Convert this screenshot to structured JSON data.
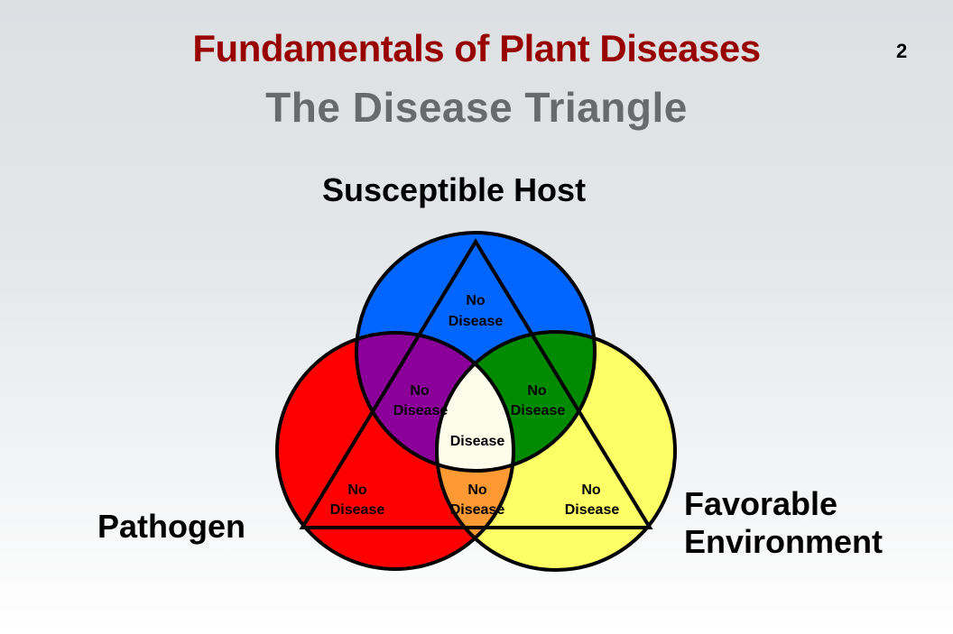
{
  "slide": {
    "title": "Fundamentals of Plant Diseases",
    "subtitle": "The Disease Triangle",
    "page_number": "2"
  },
  "diagram": {
    "labels": {
      "host": "Susceptible Host",
      "pathogen": "Pathogen",
      "environment_line1": "Favorable",
      "environment_line2": "Environment"
    },
    "colors": {
      "host": "#0066ff",
      "pathogen": "#ff0000",
      "environment": "#ffff66",
      "host_pathogen": "#8b0099",
      "host_environment": "#008a00",
      "pathogen_environment": "#ff9933",
      "all_three": "#fdfdec"
    },
    "regions": {
      "host_only": {
        "line1": "No",
        "line2": "Disease"
      },
      "host_pathogen": {
        "line1": "No",
        "line2": "Disease"
      },
      "host_environment": {
        "line1": "No",
        "line2": "Disease"
      },
      "pathogen_only": {
        "line1": "No",
        "line2": "Disease"
      },
      "pathogen_environment": {
        "line1": "No",
        "line2": "Disease"
      },
      "environment_only": {
        "line1": "No",
        "line2": "Disease"
      },
      "center": {
        "line1": "Disease"
      }
    }
  }
}
